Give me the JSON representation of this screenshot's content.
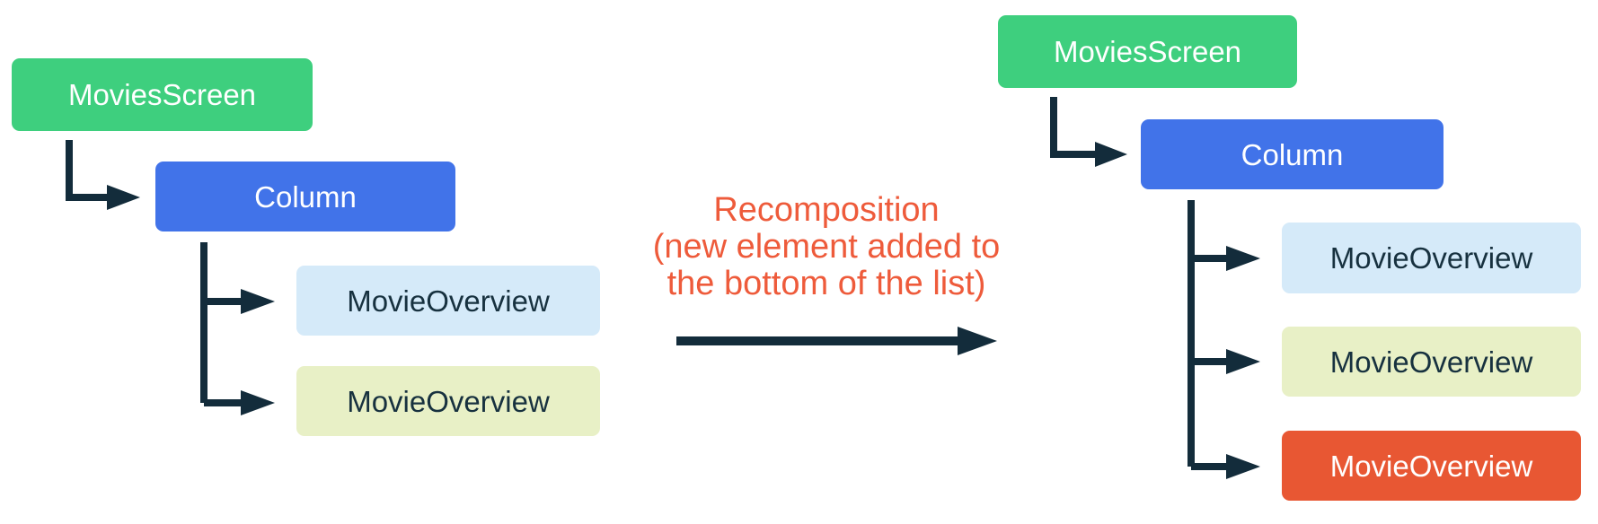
{
  "diagram": {
    "background": "#ffffff",
    "connector_color": "#132C3B",
    "caption": {
      "lines": [
        "Recomposition",
        "(new element added to",
        "the bottom of the list)"
      ],
      "color": "#EE5B3B"
    },
    "left_tree": {
      "nodes": [
        {
          "label": "MoviesScreen",
          "fill": "#3ECF7E",
          "text_color": "#FFFFFF"
        },
        {
          "label": "Column",
          "fill": "#4173E9",
          "text_color": "#FFFFFF"
        },
        {
          "label": "MovieOverview",
          "fill": "#D5EAF9",
          "text_color": "#17313F"
        },
        {
          "label": "MovieOverview",
          "fill": "#E8F0C6",
          "text_color": "#17313F"
        }
      ]
    },
    "right_tree": {
      "nodes": [
        {
          "label": "MoviesScreen",
          "fill": "#3ECF7E",
          "text_color": "#FFFFFF"
        },
        {
          "label": "Column",
          "fill": "#4173E9",
          "text_color": "#FFFFFF"
        },
        {
          "label": "MovieOverview",
          "fill": "#D5EAF9",
          "text_color": "#17313F"
        },
        {
          "label": "MovieOverview",
          "fill": "#E8F0C6",
          "text_color": "#17313F"
        },
        {
          "label": "MovieOverview",
          "fill": "#E85733",
          "text_color": "#FFFFFF"
        }
      ]
    }
  }
}
